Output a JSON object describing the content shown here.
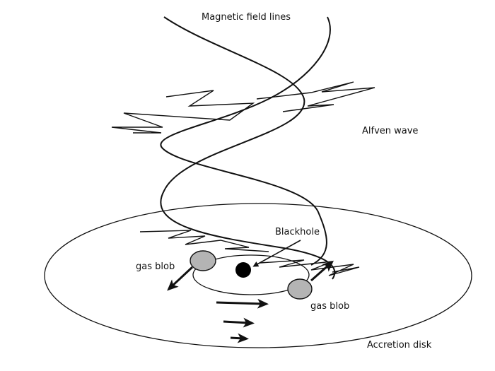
{
  "labels": {
    "magnetic_field_lines": "Magnetic field lines",
    "alfven_wave": "Alfven wave",
    "blackhole": "Blackhole",
    "gas_blob_left": "gas blob",
    "gas_blob_right": "gas blob",
    "accretion_disk": "Accretion disk"
  },
  "colors": {
    "line": "#111111",
    "gas_blob_fill": "#b4b4b4",
    "blackhole_fill": "#000000",
    "background": "#ffffff"
  }
}
